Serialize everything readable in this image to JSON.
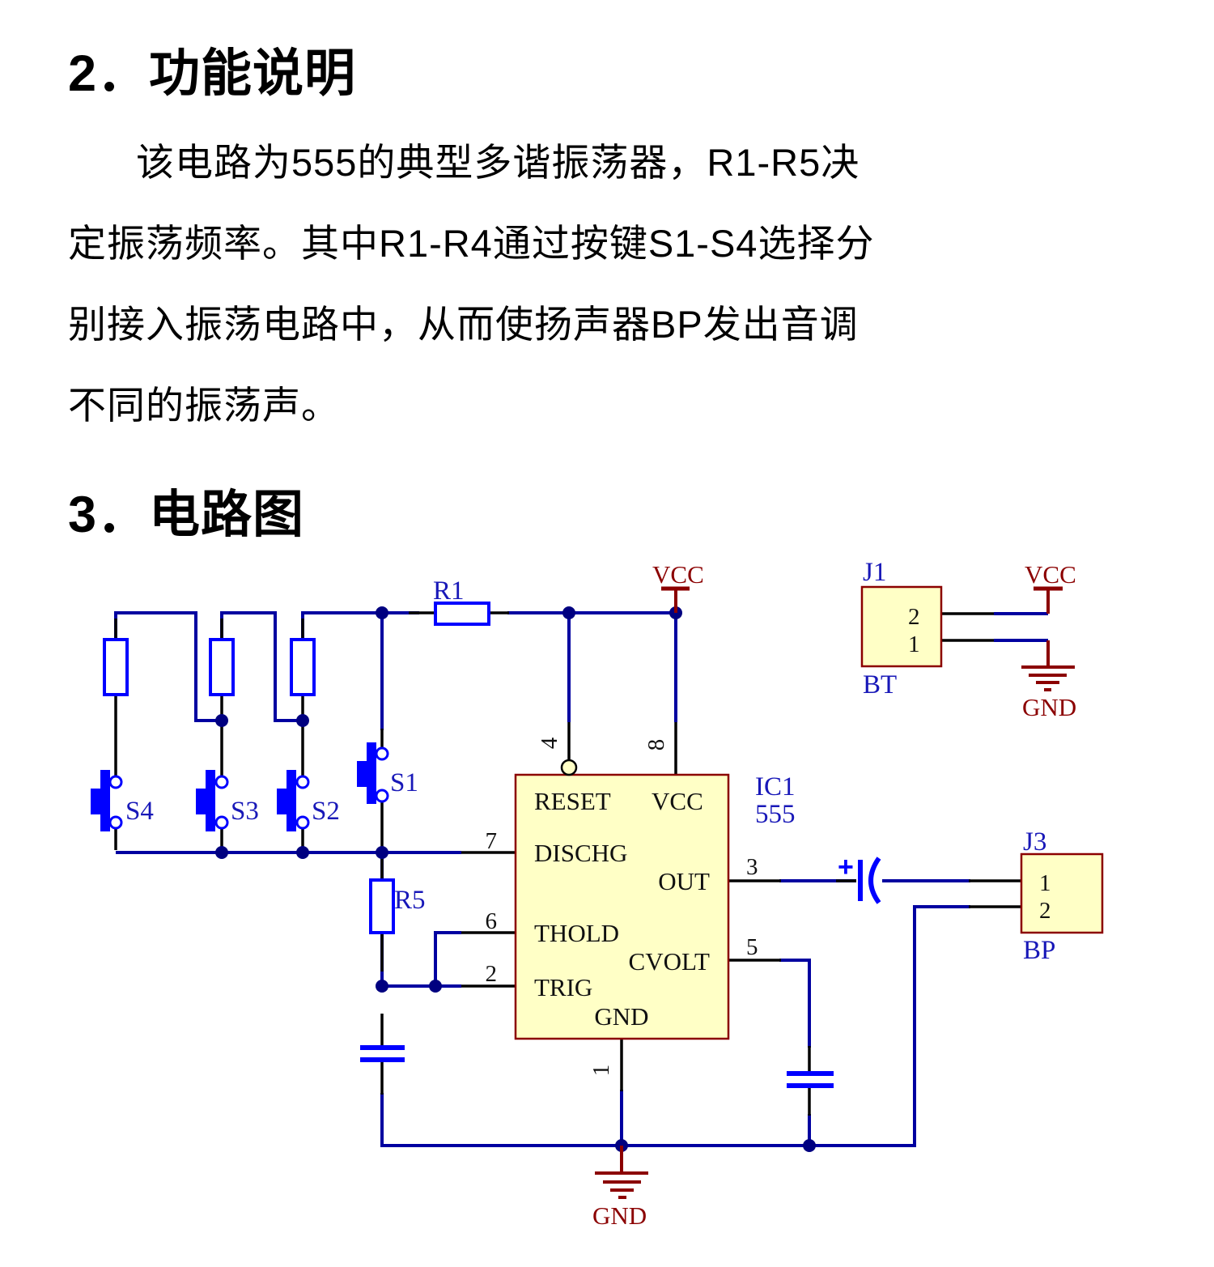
{
  "document": {
    "section2_heading": "2．功能说明",
    "body_lines": [
      "该电路为555的典型多谐振荡器，R1-R5决",
      "定振荡频率。其中R1-R4通过按键S1-S4选择分",
      "别接入振荡电路中，从而使扬声器BP发出音调",
      "不同的振荡声。"
    ],
    "section3_heading": "3．电路图"
  },
  "colors": {
    "wire_blue": "#0000a0",
    "junction_blue": "#000080",
    "component_blue": "#0000ff",
    "power_maroon": "#8b0000",
    "box_fill": "#ffffc6",
    "designator_blue": "#1818b8",
    "text_black": "#000000"
  },
  "schematic": {
    "r1": "R1",
    "r5": "R5",
    "s1": "S1",
    "s2": "S2",
    "s3": "S3",
    "s4": "S4",
    "vcc": "VCC",
    "gnd": "GND",
    "plus": "+",
    "ic": {
      "ref": "IC1",
      "part": "555",
      "pin_reset": "RESET",
      "pin_vcc": "VCC",
      "pin_dischg": "DISCHG",
      "pin_out": "OUT",
      "pin_thold": "THOLD",
      "pin_cvolt": "CVOLT",
      "pin_trig": "TRIG",
      "pin_gnd": "GND",
      "num_reset": "4",
      "num_vcc": "8",
      "num_dischg": "7",
      "num_out": "3",
      "num_thold": "6",
      "num_cvolt": "5",
      "num_trig": "2",
      "num_gnd": "1"
    },
    "j1": {
      "ref": "J1",
      "label": "BT",
      "pin_a": "2",
      "pin_b": "1"
    },
    "j3": {
      "ref": "J3",
      "label": "BP",
      "pin_a": "1",
      "pin_b": "2"
    }
  }
}
